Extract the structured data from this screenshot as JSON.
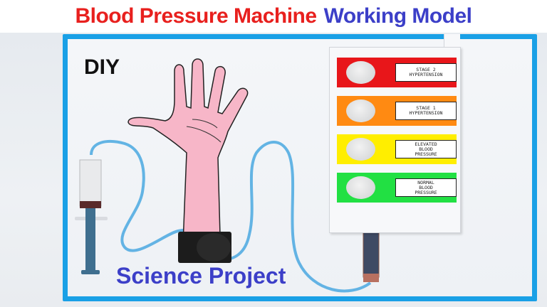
{
  "title": {
    "part1": "Blood Pressure Machine",
    "part2": "Working Model",
    "part1_color": "#e8201e",
    "part2_color": "#3c3fc8"
  },
  "overlay": {
    "diy": "DIY",
    "subtitle": "Science Project"
  },
  "indicator_panel": {
    "levels": [
      {
        "label": "STAGE 2\nHYPERTENSION",
        "color": "#e8161a"
      },
      {
        "label": "STAGE 1\nHYPERTENSION",
        "color": "#ff8a12"
      },
      {
        "label": "ELEVATED\nBLOOD\nPRESSURE",
        "color": "#ffee00"
      },
      {
        "label": "NORMAL\nBLOOD\nPRESSURE",
        "color": "#22e043"
      }
    ]
  },
  "colors": {
    "board_border": "#1aa0e6",
    "hand": "#f7b6c8",
    "cuff": "#1c1c1c",
    "tube": "#4aa8e0"
  }
}
